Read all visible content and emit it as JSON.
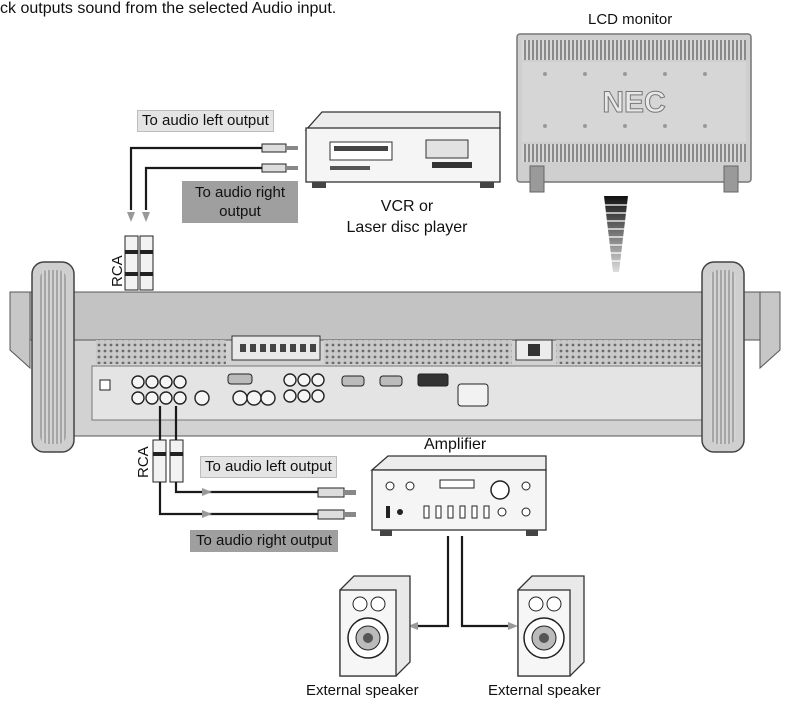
{
  "caption": "ck outputs sound from the selected Audio input.",
  "labels": {
    "lcd_monitor": "LCD monitor",
    "nec_logo": "NEC",
    "vcr_line1": "VCR or",
    "vcr_line2": "Laser disc player",
    "to_audio_left_top": "To audio left output",
    "to_audio_right_top_line1": "To audio right",
    "to_audio_right_top_line2": "output",
    "rca_top": "RCA",
    "rca_bottom": "RCA",
    "to_audio_left_bottom": "To audio left output",
    "to_audio_right_bottom": "To audio right output",
    "amplifier": "Amplifier",
    "speaker_left": "External speaker",
    "speaker_right": "External speaker"
  },
  "colors": {
    "light_box": "#e4e4e4",
    "dark_box": "#9f9f9f",
    "panel": "#bdbdbd",
    "cable": "#1a1a1a"
  }
}
